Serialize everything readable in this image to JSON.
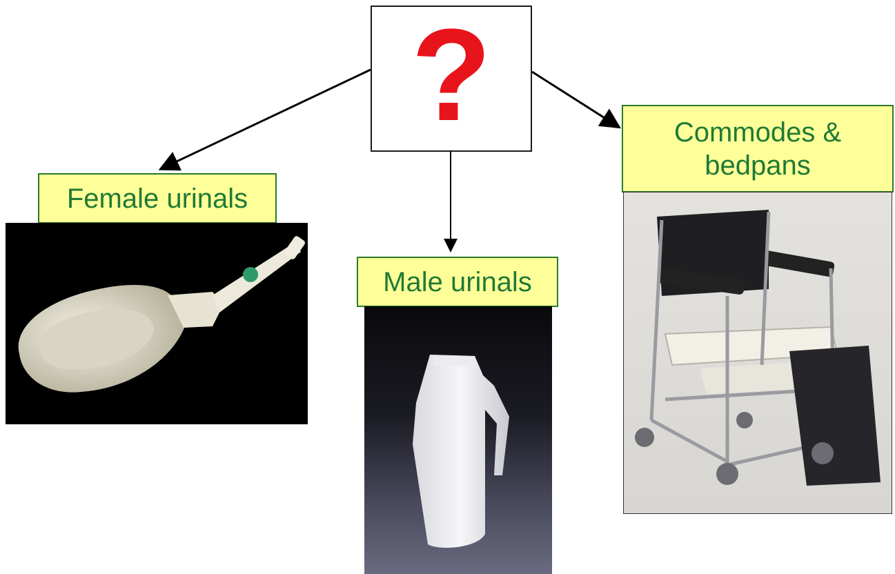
{
  "root": {
    "symbol": "?",
    "symbol_color": "#e8141c"
  },
  "categories": [
    {
      "label": "Female urinals",
      "image": "female-urinal-photo"
    },
    {
      "label": "Male urinals",
      "image": "male-urinal-photo"
    },
    {
      "label": "Commodes &\nbedpans",
      "image": "commode-chair-photo"
    }
  ],
  "colors": {
    "label_fill": "#ffff99",
    "label_border": "#2a7a2a",
    "label_text": "#1f7a35",
    "arrow": "#000000"
  }
}
